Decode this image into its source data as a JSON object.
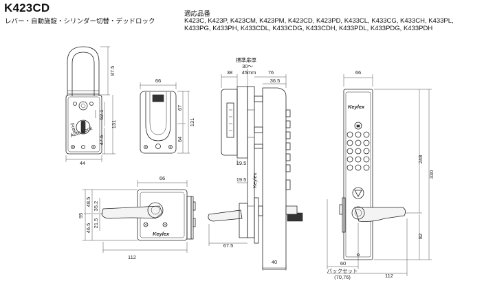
{
  "header": {
    "title": "K423CD",
    "subtitle": "レバー・自動施錠・シリンダー切替・デッドロック",
    "models_heading": "適応品番",
    "models_lines": [
      "K423C, K423P, K423CM, K423PM, K423CD, K423PD, K433CL, K433CG, K433CH, K433PL,",
      "K433PG, K433PH, K433CDL, K433CDG, K433CDH, K433PDL, K433PDG, K433PDH"
    ]
  },
  "dimensions": {
    "d87_5": "87.5",
    "d52_1": "52.1",
    "d131_a": "131",
    "d47_5": "47.5",
    "d44": "44",
    "d66_a": "66",
    "d67": "67",
    "d131_b": "131",
    "d64": "64",
    "d66_b": "66",
    "d95": "95",
    "d48_5": "48.5",
    "d46_5": "46.5",
    "d35_2": "35.2",
    "d21_5": "21.5",
    "d112_a": "112",
    "std_label": "標準扉厚",
    "d30_45": "30～",
    "d30_45b": "45mm",
    "d38": "38",
    "d76": "76",
    "d36_5": "36.5",
    "d19_5_a": "19.5",
    "d19_5_b": "19.5",
    "d67_5": "67.5",
    "d40": "40",
    "d66_c": "66",
    "d248": "248",
    "d330": "330",
    "d82": "82",
    "d60": "60",
    "backset": "バックセット",
    "backset_val": "(70,76)",
    "d112_b": "112"
  },
  "marks": {
    "brand": "Keylex",
    "free": "Free",
    "auto_lock": "Auto Lock",
    "keypad_icon": "lock-icon",
    "arrow_icon": "down-arrow-icon"
  }
}
